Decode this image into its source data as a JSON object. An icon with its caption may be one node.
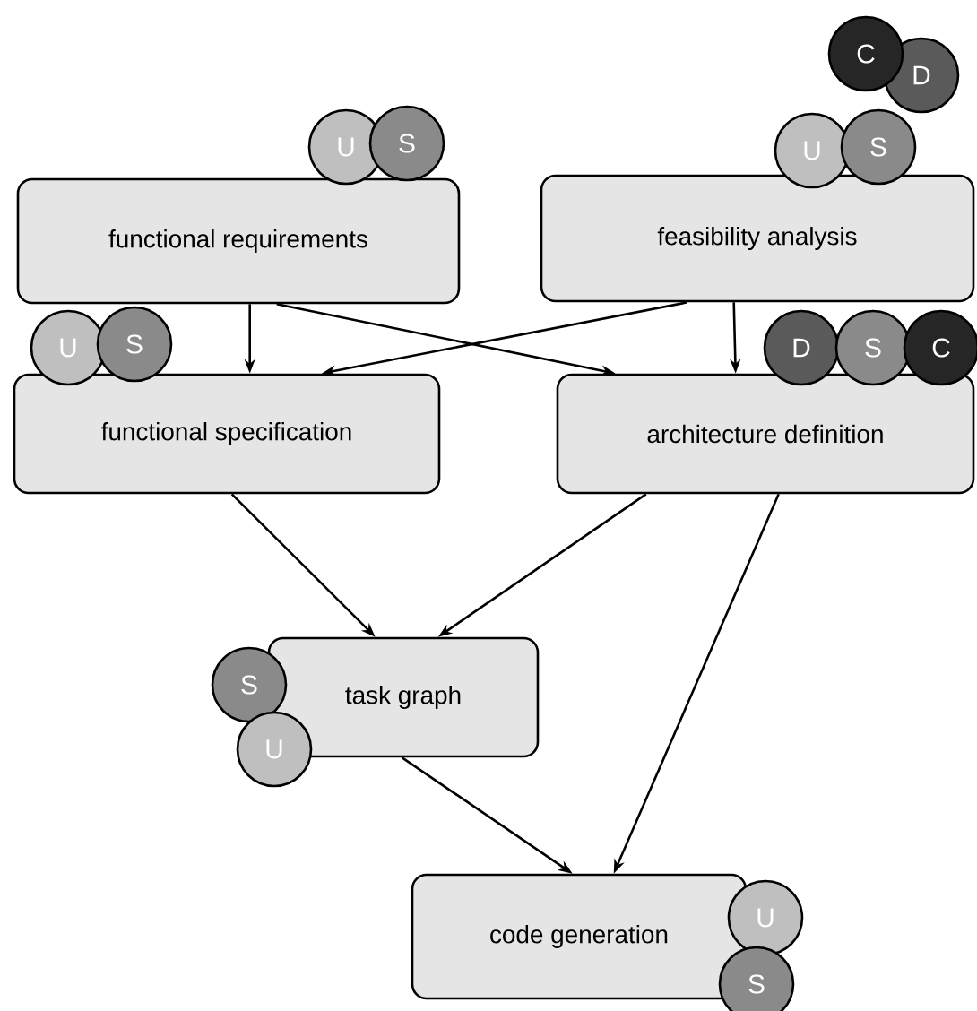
{
  "diagram": {
    "nodes": [
      {
        "text": [
          "functional requirements"
        ]
      },
      {
        "text": [
          "feasibility analysis"
        ]
      },
      {
        "text": [
          "functional specification"
        ]
      },
      {
        "text": [
          "architecture definition"
        ]
      },
      {
        "text": [
          "task graph"
        ]
      },
      {
        "text": [
          "code generation"
        ]
      },
      {
        "text": [
          "U"
        ]
      },
      {
        "text": [
          "S"
        ]
      },
      {
        "text": [
          "D"
        ]
      },
      {
        "text": [
          "C"
        ]
      },
      {
        "text": [
          "U"
        ]
      },
      {
        "text": [
          "S"
        ]
      },
      {
        "text": [
          "U"
        ]
      },
      {
        "text": [
          "S"
        ]
      },
      {
        "text": [
          "D"
        ]
      },
      {
        "text": [
          "S"
        ]
      },
      {
        "text": [
          "C"
        ]
      },
      {
        "text": [
          "S"
        ]
      },
      {
        "text": [
          "U"
        ]
      },
      {
        "text": [
          "U"
        ]
      },
      {
        "text": [
          "S"
        ]
      }
    ],
    "edges": [
      {
        "from": 0,
        "to": 2,
        "arrow": "to"
      },
      {
        "from": 0,
        "to": 3,
        "arrow": "to"
      },
      {
        "from": 1,
        "to": 2,
        "arrow": "to"
      },
      {
        "from": 1,
        "to": 3,
        "arrow": "to"
      },
      {
        "from": 2,
        "to": 4,
        "arrow": "to"
      },
      {
        "from": 3,
        "to": 4,
        "arrow": "to"
      },
      {
        "from": 3,
        "to": 5,
        "arrow": "to"
      },
      {
        "from": 4,
        "to": 5,
        "arrow": "to"
      }
    ]
  }
}
